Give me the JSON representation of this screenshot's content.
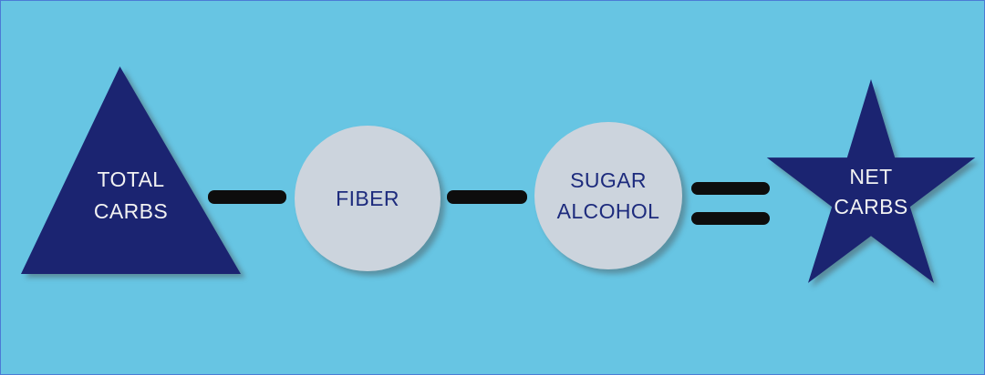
{
  "colors": {
    "background": "#67c5e3",
    "border_color": "#4b7bd5",
    "navy": "#1b2471",
    "circle_fill": "#ccd4dd",
    "circle_text": "#1d2b7d",
    "operator": "#0d0d0d",
    "light_text": "#f2f2f2"
  },
  "shapes": {
    "total_carbs": {
      "line1": "TOTAL",
      "line2": "CARBS"
    },
    "fiber": {
      "label": "FIBER"
    },
    "sugar_alcohol": {
      "line1": "SUGAR",
      "line2": "ALCOHOL"
    },
    "net_carbs": {
      "line1": "NET",
      "line2": "CARBS"
    }
  },
  "operators": {
    "subtract_1": "minus-icon",
    "subtract_2": "minus-icon",
    "equals": "equals-icon"
  }
}
